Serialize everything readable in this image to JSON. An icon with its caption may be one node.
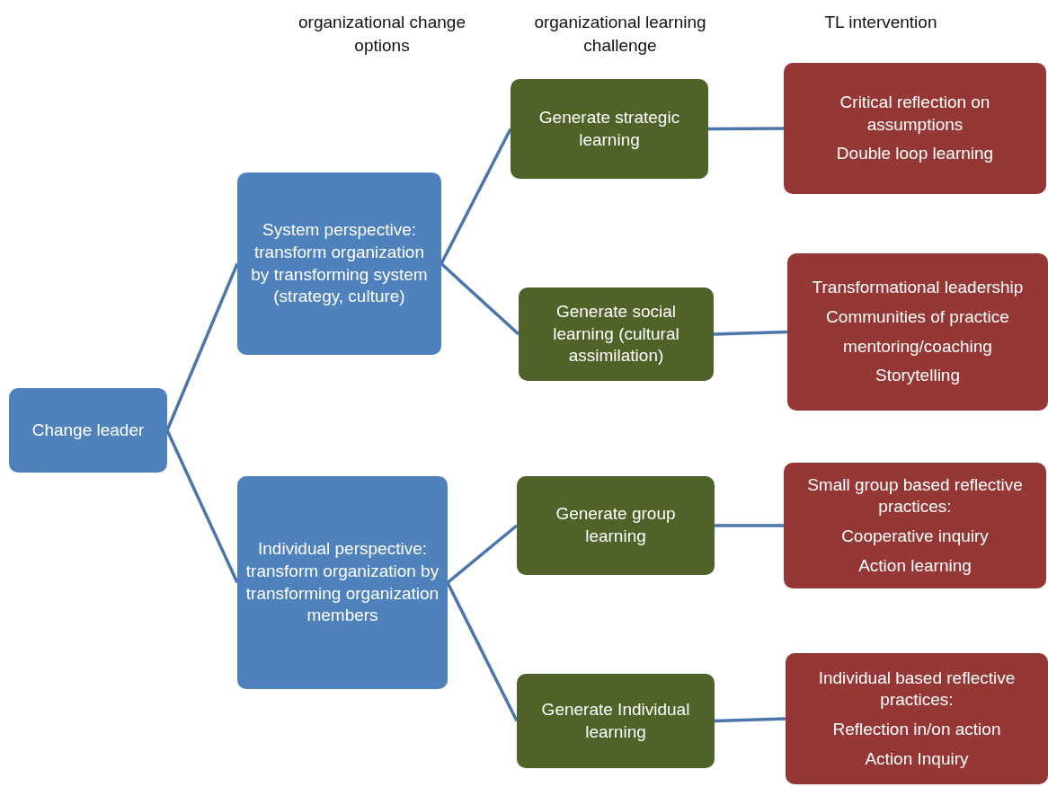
{
  "diagram": {
    "nodes": [
      {
        "text": [
          "Change leader"
        ]
      },
      {
        "text": [
          "System perspective: transform organization by transforming system (strategy, culture)"
        ]
      },
      {
        "text": [
          "Individual perspective: transform organization by transforming organization members"
        ]
      },
      {
        "text": [
          "Generate strategic learning"
        ]
      },
      {
        "text": [
          "Generate social learning (cultural assimilation)"
        ]
      },
      {
        "text": [
          "Generate group learning"
        ]
      },
      {
        "text": [
          "Generate Individual learning"
        ]
      },
      {
        "text": [
          "Critical reflection on assumptions",
          "Double loop learning"
        ]
      },
      {
        "text": [
          "Transformational leadership",
          "Communities of practice",
          "mentoring/coaching",
          "Storytelling"
        ]
      },
      {
        "text": [
          "Small group based reflective practices:",
          "Cooperative inquiry",
          "Action learning"
        ]
      },
      {
        "text": [
          "Individual based reflective practices:",
          "Reflection in/on action",
          "Action Inquiry"
        ]
      }
    ],
    "edges": [
      {
        "from": 0,
        "to": 1,
        "arrow": "none"
      },
      {
        "from": 0,
        "to": 2,
        "arrow": "none"
      },
      {
        "from": 1,
        "to": 3,
        "arrow": "none"
      },
      {
        "from": 1,
        "to": 4,
        "arrow": "none"
      },
      {
        "from": 2,
        "to": 5,
        "arrow": "none"
      },
      {
        "from": 2,
        "to": 6,
        "arrow": "none"
      },
      {
        "from": 3,
        "to": 7,
        "arrow": "none"
      },
      {
        "from": 4,
        "to": 8,
        "arrow": "none"
      },
      {
        "from": 5,
        "to": 9,
        "arrow": "none"
      },
      {
        "from": 6,
        "to": 10,
        "arrow": "none"
      }
    ],
    "labels": [
      "organizational change options",
      "organizational learning challenge",
      "TL intervention"
    ]
  }
}
